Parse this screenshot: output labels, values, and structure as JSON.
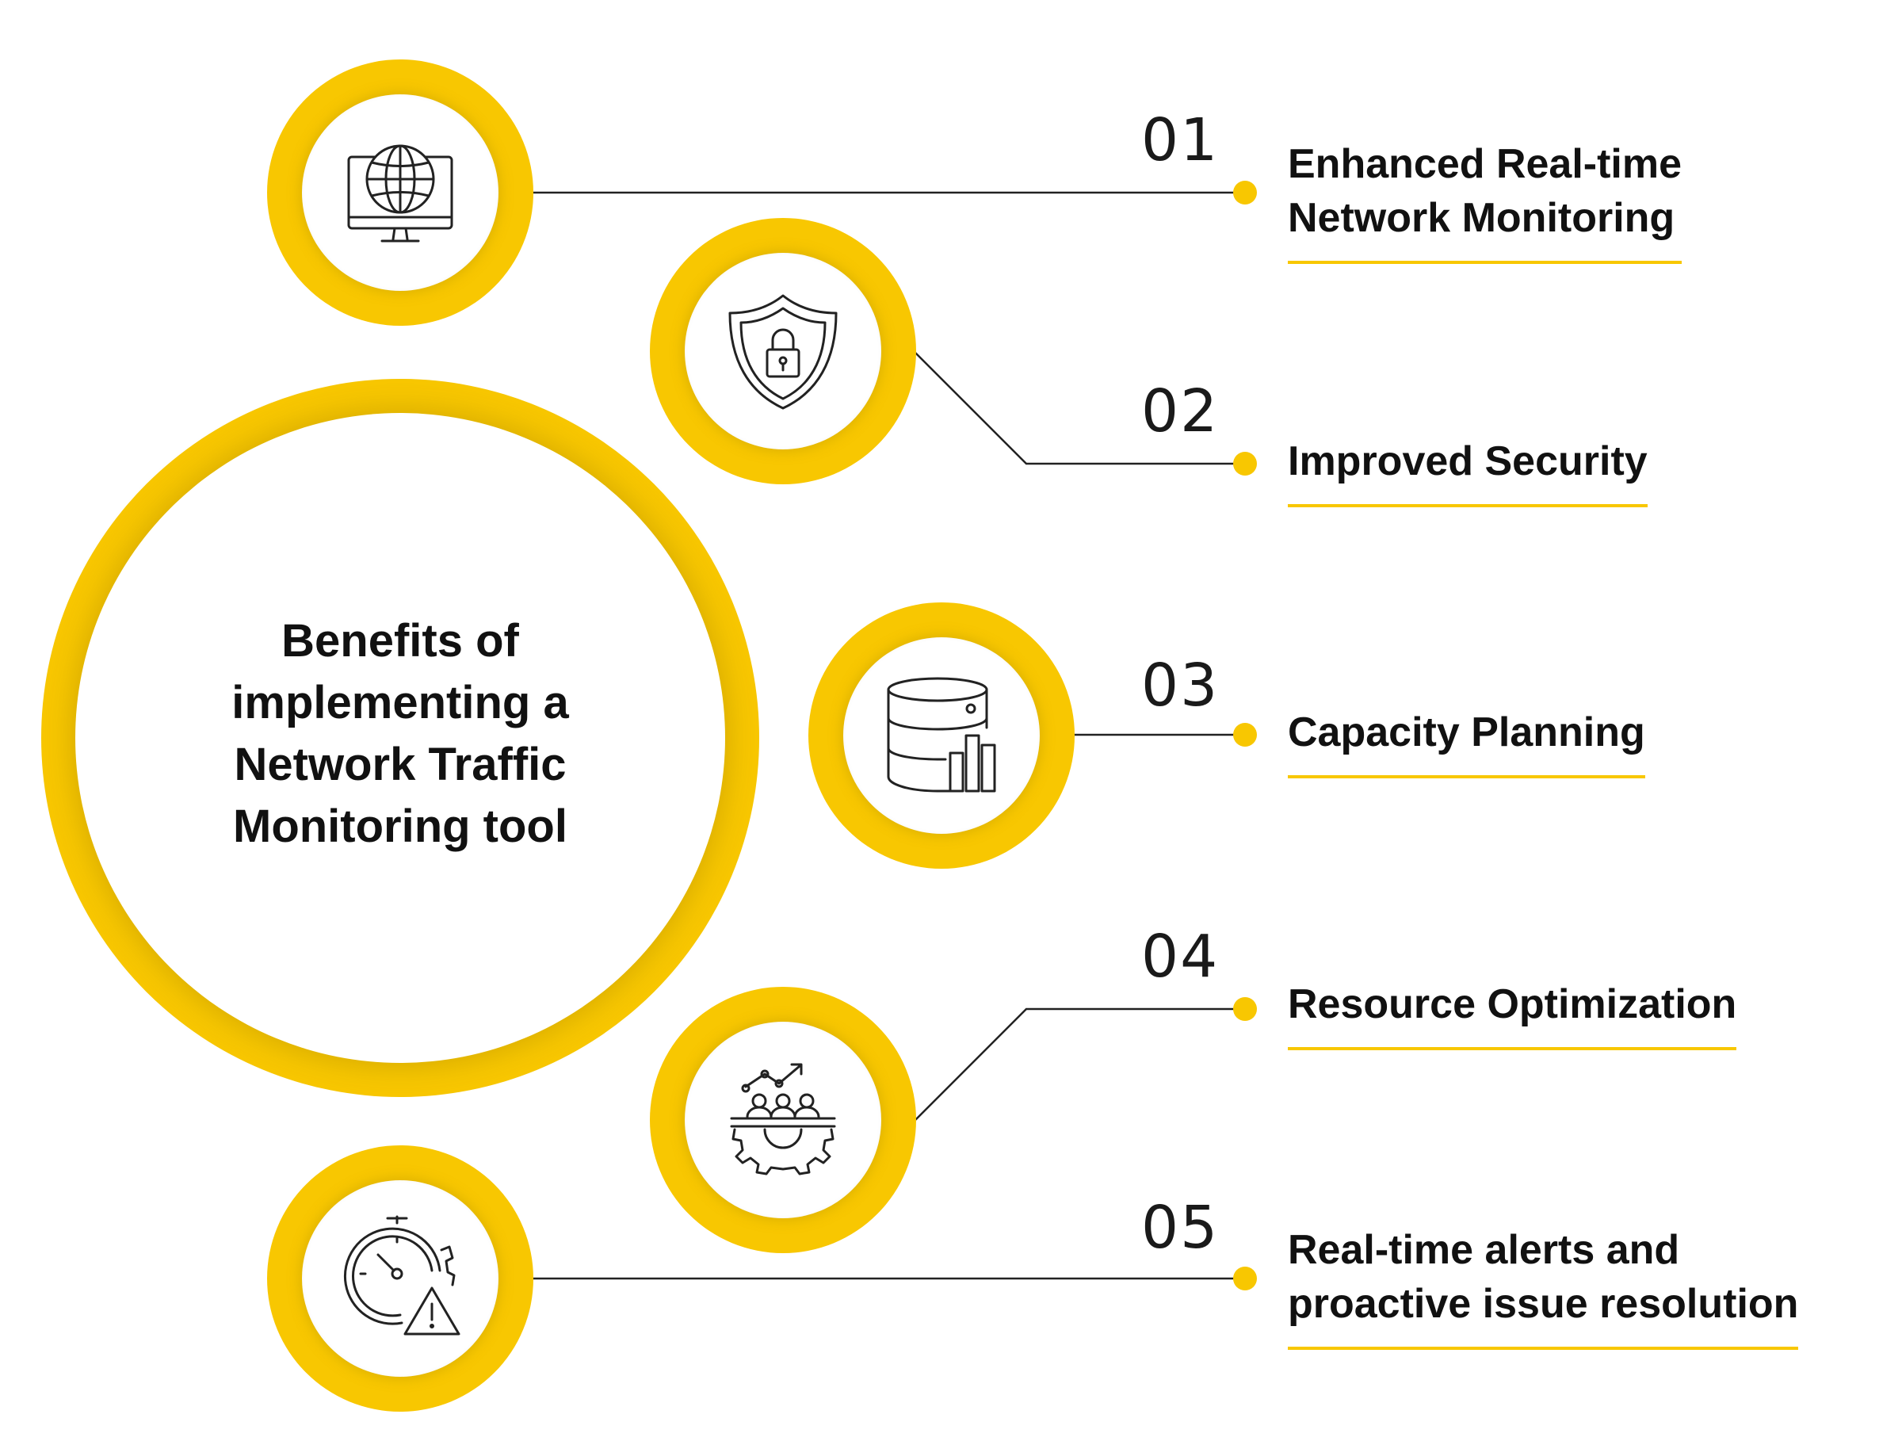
{
  "title": {
    "lines": [
      "Benefits of",
      "implementing a",
      "Network Traffic",
      "Monitoring tool"
    ]
  },
  "colors": {
    "accent": "#f8c701",
    "text": "#111111",
    "line": "#222222"
  },
  "benefits": [
    {
      "number": "01",
      "label_lines": [
        "Enhanced Real-time",
        "Network Monitoring"
      ],
      "icon": "globe-monitor-icon"
    },
    {
      "number": "02",
      "label_lines": [
        "Improved Security"
      ],
      "icon": "shield-lock-icon"
    },
    {
      "number": "03",
      "label_lines": [
        "Capacity Planning"
      ],
      "icon": "database-chart-icon"
    },
    {
      "number": "04",
      "label_lines": [
        "Resource Optimization"
      ],
      "icon": "team-gear-growth-icon"
    },
    {
      "number": "05",
      "label_lines": [
        "Real-time alerts and",
        "proactive issue resolution"
      ],
      "icon": "clock-alert-icon"
    }
  ]
}
